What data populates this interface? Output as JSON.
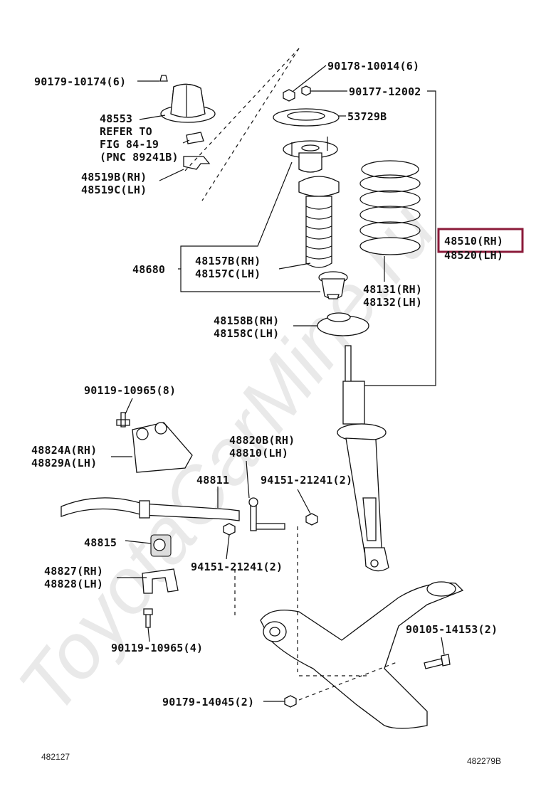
{
  "watermark": "ToyotaCarMine.ru",
  "highlight_color": "#8b1a3a",
  "labels": {
    "p90179_10174": "90179-10174(6)",
    "p48553": "48553",
    "refer_to": "REFER TO",
    "fig_ref": "FIG 84-19",
    "pnc_ref": "(PNC 89241B)",
    "p48519b": "48519B(RH)",
    "p48519c": "48519C(LH)",
    "p90178_10014": "90178-10014(6)",
    "p90177_12002": "90177-12002",
    "p53729b": "53729B",
    "p48510": "48510(RH)",
    "p48520": "48520(LH)",
    "p48680": "48680",
    "p48157b": "48157B(RH)",
    "p48157c": "48157C(LH)",
    "p48131": "48131(RH)",
    "p48132": "48132(LH)",
    "p48158b": "48158B(RH)",
    "p48158c": "48158C(LH)",
    "p90119_10965_8": "90119-10965(8)",
    "p48824a": "48824A(RH)",
    "p48829a": "48829A(LH)",
    "p48820b": "48820B(RH)",
    "p48810": "48810(LH)",
    "p48811": "48811",
    "p94151_top": "94151-21241(2)",
    "p48815": "48815",
    "p94151_bot": "94151-21241(2)",
    "p48827": "48827(RH)",
    "p48828": "48828(LH)",
    "p90105_14153": "90105-14153(2)",
    "p90119_10965_4": "90119-10965(4)",
    "p90179_14045": "90179-14045(2)",
    "code_left": "482127",
    "code_right": "482279B"
  }
}
